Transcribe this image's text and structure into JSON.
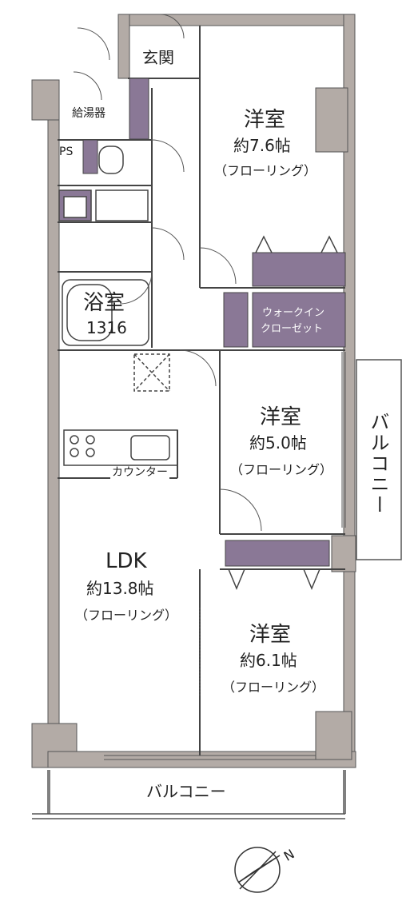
{
  "rooms": {
    "genkan": "玄関",
    "kyuto": "給湯器",
    "ps": "PS",
    "yoshitsu1": {
      "name": "洋室",
      "size": "約7.6帖",
      "floor": "（フローリング）"
    },
    "walkin": {
      "line1": "ウォークイン",
      "line2": "クローゼット"
    },
    "bath": {
      "name": "浴室",
      "size": "1316"
    },
    "yoshitsu2": {
      "name": "洋室",
      "size": "約5.0帖",
      "floor": "（フローリング）"
    },
    "counter": "カウンター",
    "ldk": {
      "name": "LDK",
      "size": "約13.8帖",
      "floor": "（フローリング）"
    },
    "yoshitsu3": {
      "name": "洋室",
      "size": "約6.1帖",
      "floor": "（フローリング）"
    },
    "balcony_side": "バルコニー",
    "balcony_bottom": "バルコニー"
  },
  "compass": {
    "label": "N"
  },
  "colors": {
    "wall": "#b3aba6",
    "storage": "#8a7896",
    "line": "#333333"
  }
}
